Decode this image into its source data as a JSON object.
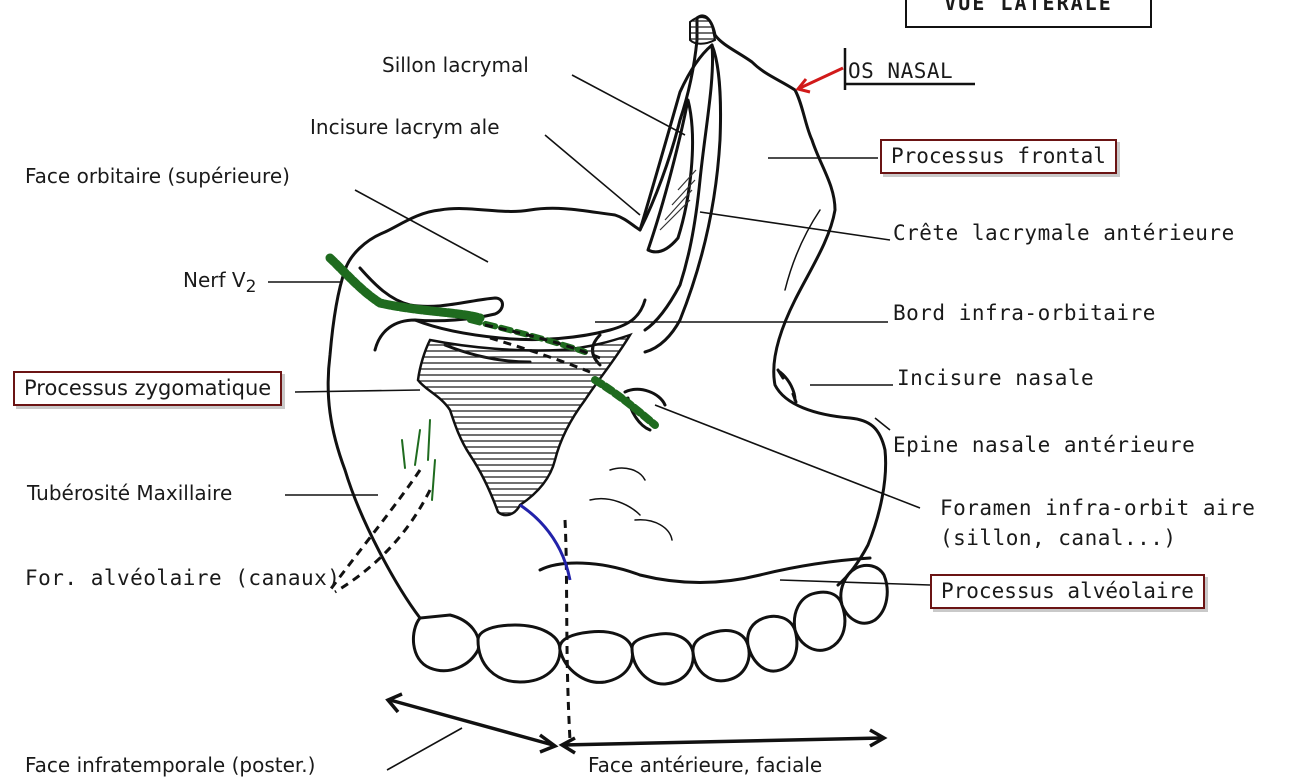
{
  "title": "VUE LATERALE",
  "labels": {
    "os_nasal": "OS NASAL",
    "sillon_lacrymal": "Sillon lacrymal",
    "incisure_lacrymale": "Incisure lacrym ale",
    "face_orbitaire": "Face orbitaire (supérieure)",
    "nerf_v2": "Nerf V",
    "nerf_v2_sub": "2",
    "processus_zygomatique": "Processus zygomatique",
    "tuberosite": "Tubérosité Maxillaire",
    "for_alveolaire": "For. alvéolaire (canaux)",
    "face_infratemporale": "Face infratemporale (poster.)",
    "face_anterieure": "Face antérieure, faciale",
    "processus_frontal": "Processus frontal",
    "crete_lacrymale": "Crête lacrymale antérieure",
    "bord_infra_orbitaire": "Bord infra-orbitaire",
    "incisure_nasale": "Incisure nasale",
    "epine_nasale": "Epine nasale antérieure",
    "foramen_line1": "Foramen infra-orbit aire",
    "foramen_line2": "(sillon, canal...)",
    "processus_alveolaire": "Processus alvéolaire"
  },
  "colors": {
    "box_border": "#6b1414",
    "nerve": "#1f6b1f",
    "arrow_red": "#d11a1a",
    "blue": "#2222aa"
  }
}
